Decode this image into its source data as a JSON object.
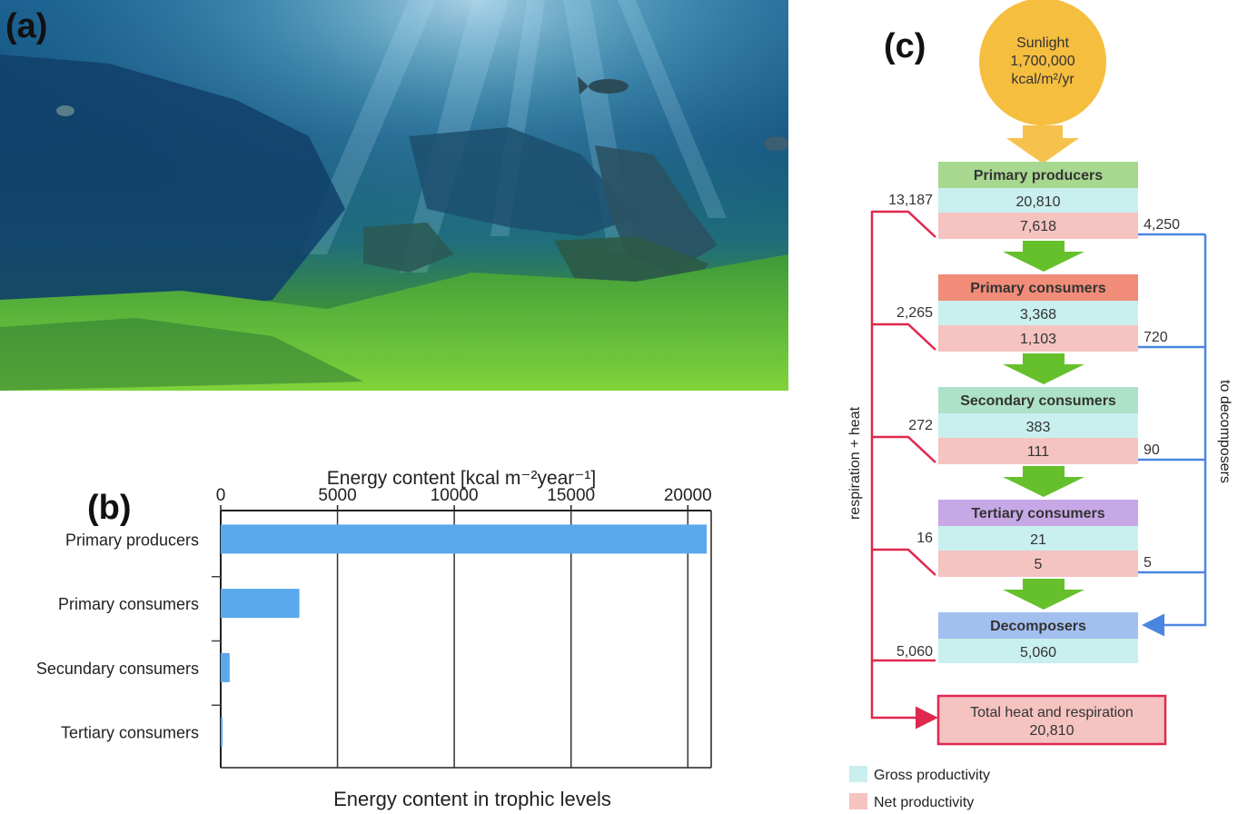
{
  "panels": {
    "a": "(a)",
    "b": "(b)",
    "c": "(c)"
  },
  "chart_data": {
    "type": "bar",
    "orientation": "horizontal",
    "title": "Energy content in trophic levels",
    "axis_title": "Energy content [kcal m⁻²year⁻¹]",
    "categories": [
      "Primary producers",
      "Primary consumers",
      "Secundary consumers",
      "Tertiary consumers"
    ],
    "values": [
      20810,
      3368,
      383,
      21
    ],
    "xticks": [
      "0",
      "5000",
      "10000",
      "15000",
      "20000"
    ],
    "xlim": [
      0,
      21000
    ],
    "axis_position": "top",
    "bar_color": "#5aa8ec",
    "grid": true
  },
  "flow": {
    "sun": {
      "line1": "Sunlight",
      "line2": "1,700,000",
      "line3": "kcal/m²/yr"
    },
    "levels": [
      {
        "name": "Primary producers",
        "gross": "20,810",
        "net": "7,618",
        "resp": "13,187",
        "decomp": "4,250",
        "header_color": "#a8d890"
      },
      {
        "name": "Primary consumers",
        "gross": "3,368",
        "net": "1,103",
        "resp": "2,265",
        "decomp": "720",
        "header_color": "#f08c78"
      },
      {
        "name": "Secondary consumers",
        "gross": "383",
        "net": "111",
        "resp": "272",
        "decomp": "90",
        "header_color": "#aee2c8"
      },
      {
        "name": "Tertiary consumers",
        "gross": "21",
        "net": "5",
        "resp": "16",
        "decomp": "5",
        "header_color": "#c7a8e6"
      }
    ],
    "decomposers": {
      "name": "Decomposers",
      "gross": "5,060",
      "resp": "5,060",
      "header_color": "#a3bff0"
    },
    "total": {
      "line1": "Total heat and respiration",
      "line2": "20,810"
    },
    "respiration_label": "respiration + heat",
    "decomposers_label": "to decomposers",
    "legend": {
      "gross": "Gross productivity",
      "net": "Net productivity"
    },
    "colors": {
      "gross": "#c9efee",
      "net": "#f5c3c0",
      "red_line": "#e0284e",
      "blue_line": "#4a86e0",
      "arrow": "#66c02c",
      "sun": "#f6be3f",
      "sun_arrow": "#f6c24d"
    }
  }
}
